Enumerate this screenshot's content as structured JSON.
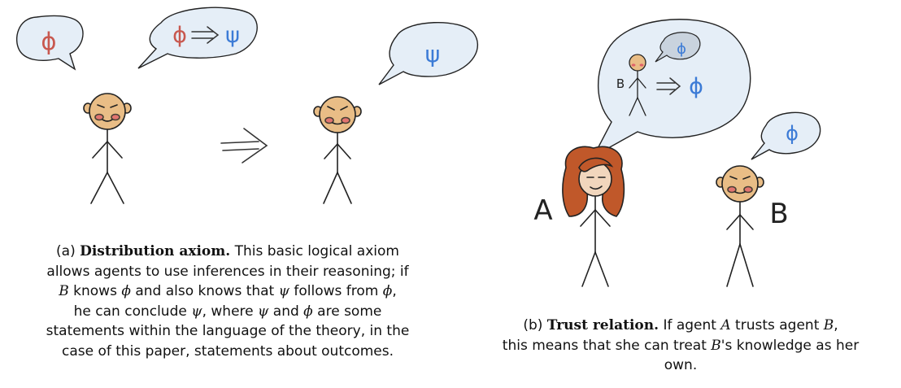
{
  "figure_a": {
    "bubble_small": "ϕ",
    "bubble_implication": {
      "premise": "ϕ",
      "conclusion": "ψ"
    },
    "bubble_result": "ψ",
    "caption": {
      "label": "(a)",
      "title": "Distribution axiom.",
      "line1_rest": "This basic logical axiom",
      "line2": "allows agents to use inferences in their reasoning; if",
      "line3": [
        "B",
        "knows",
        "ϕ",
        "and also knows that",
        "ψ",
        "follows from",
        "ϕ",
        ","
      ],
      "line4": [
        "he can conclude",
        "ψ",
        ", where",
        "ψ",
        "and",
        "ϕ",
        "are some"
      ],
      "line5": "statements within the language of the theory, in the",
      "line6": "case of this paper, statements about outcomes."
    }
  },
  "figure_b": {
    "label_a": "A",
    "label_b": "B",
    "thought_inner_symbol": "ϕ",
    "thought_agent_label": "B",
    "thought_result": "ϕ",
    "bubble_b": "ϕ",
    "caption": {
      "label": "(b)",
      "title": "Trust relation.",
      "line1": [
        "If agent",
        "A",
        "trusts agent",
        "B",
        ","
      ],
      "line2": [
        "this means that she can treat",
        "B",
        "'s knowledge as her"
      ],
      "line3": "own."
    }
  },
  "colors": {
    "phi": "#c8584f",
    "psi": "#3c7bd6",
    "bubble": "#e5eef7",
    "face": "#e9bd86",
    "hair": "#c0582a"
  }
}
